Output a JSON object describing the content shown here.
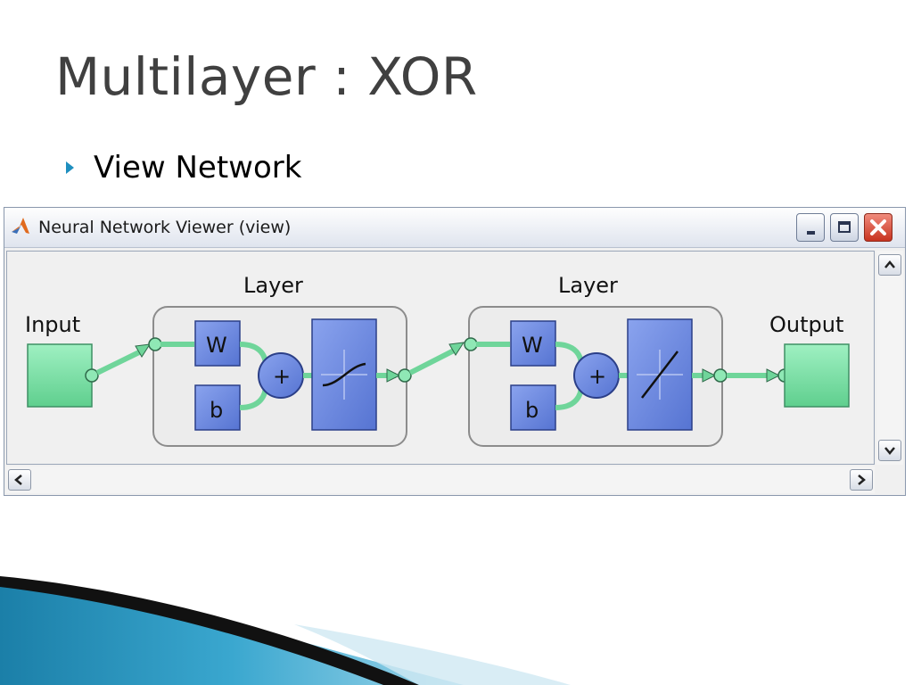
{
  "slide": {
    "title": "Multilayer : XOR",
    "bullet": "View Network"
  },
  "window": {
    "title": "Neural Network Viewer (view)"
  },
  "network": {
    "input_label": "Input",
    "output_label": "Output",
    "layers": [
      {
        "label": "Layer",
        "weight_label": "W",
        "bias_label": "b",
        "sum_label": "+",
        "transfer": "tansig-curve-icon"
      },
      {
        "label": "Layer",
        "weight_label": "W",
        "bias_label": "b",
        "sum_label": "+",
        "transfer": "linear-line-icon"
      }
    ]
  },
  "colors": {
    "block_blue": "#6f8ce0",
    "green_io": "#7fe3aa",
    "connector": "#6fd59a",
    "slide_accent": "#1f8fbf"
  }
}
